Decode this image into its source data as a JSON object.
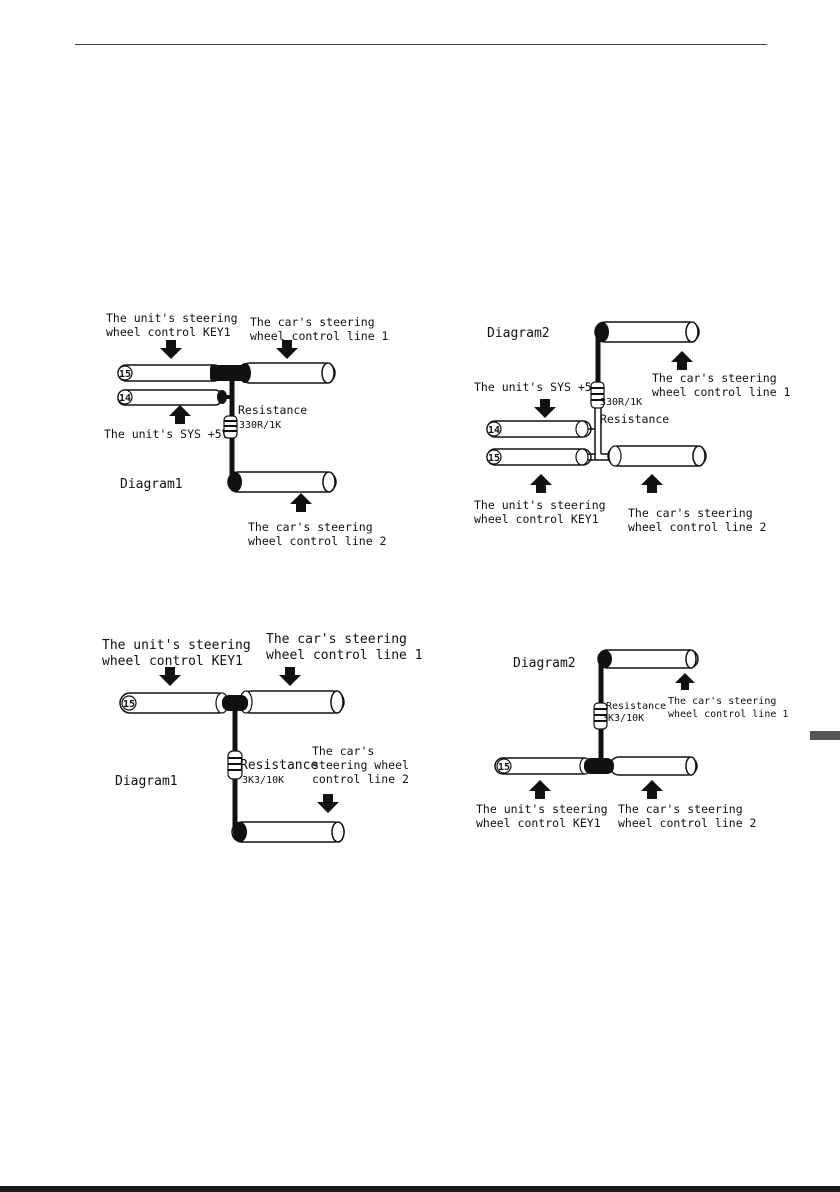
{
  "labels": {
    "unit_key1_a": "The unit's steering",
    "unit_key1_b": "wheel control KEY1",
    "car_line1_a": "The car's steering",
    "car_line1_b": "wheel control line 1",
    "car_line2_a": "The car's steering",
    "car_line2_b": "wheel control line 2",
    "unit_sys": "The unit's SYS +5V",
    "resistance": "Resistance",
    "car_line2_wrap_a": "The car's",
    "car_line2_wrap_b": "steering wheel",
    "car_line2_wrap_c": "control line 2"
  },
  "pins": {
    "p15": "15",
    "p14": "14"
  },
  "diagrams": {
    "top_left": {
      "title": "Diagram1",
      "resistor_value": "330R/1K"
    },
    "top_right": {
      "title": "Diagram2",
      "resistor_value": "330R/1K"
    },
    "bottom_left": {
      "title": "Diagram1",
      "resistor_value": "3K3/10K"
    },
    "bottom_right": {
      "title": "Diagram2",
      "resistor_value": "3K3/10K"
    }
  },
  "icons": [
    "arrow-down-icon",
    "arrow-up-icon",
    "resistor-icon",
    "wire-icon",
    "pin-badge-icon"
  ],
  "colors": {
    "ink": "#111111",
    "paper": "#ffffff",
    "rule": "#444444"
  }
}
